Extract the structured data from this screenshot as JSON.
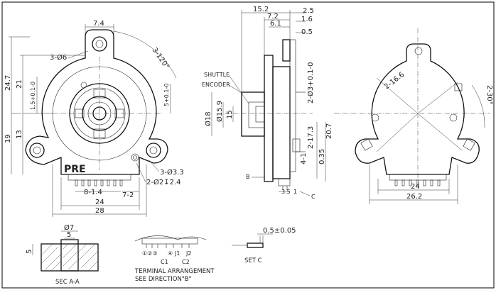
{
  "front_view": {
    "brand": "PRE",
    "dims": {
      "width_pin_pitch": "7.4",
      "hole_top": "3-Ø6",
      "angle": "3-120°",
      "height_total": "24.7",
      "height_21": "21",
      "height_19": "19",
      "height_13": "13",
      "tol_1_5": "1.5+0.1-0",
      "tol_5": "5+0.1-0",
      "hole_small": "3-Ø3.3",
      "pin_holes": "2-Ø2↧2.4",
      "pin_pitch": "8-1.4",
      "pin_end": "7-2",
      "width_24": "24",
      "width_28": "28"
    }
  },
  "side_view": {
    "labels": {
      "shuttle": "SHUTTLE",
      "encoder": "ENCODER"
    },
    "dims": {
      "len_15_2": "15.2",
      "len_7_2": "7.2",
      "len_6_1": "6.1",
      "len_2_5": "2.5",
      "len_1_6": "1.6",
      "len_0_5": "0.5",
      "dia_18": "Ø18",
      "dia_15_9": "Ø15.9",
      "dia_15": "15",
      "holes_3": "2-Ø3+0.1-0",
      "d_4_1": "4-1",
      "d_17_3": "2-17.3",
      "d_0_35": "0.35",
      "d_20_7": "20.7",
      "d_3_5": "3.5",
      "d_1": "1",
      "mark_b": "B",
      "mark_c": "C"
    }
  },
  "back_view": {
    "dims": {
      "radius": "2-16.6",
      "angle": "2-30°",
      "width_24": "24",
      "width_26_2": "26.2"
    }
  },
  "detail_sec_aa": {
    "caption": "SEC A-A",
    "dims": {
      "dia_7": "Ø7",
      "dia_5": "5",
      "depth_5": "5"
    }
  },
  "detail_terminal": {
    "caption_line1": "TERMINAL ARRANGEMENT",
    "caption_line2": "SEE DIRECTION\"B\"",
    "pins": {
      "row": "①②③",
      "p4": "④",
      "j1": "J1",
      "c1": "C1",
      "c2": "C2",
      "j2": "J2"
    }
  },
  "detail_set_c": {
    "caption": "SET C",
    "dims": {
      "thickness": "0.5±0.05"
    }
  }
}
